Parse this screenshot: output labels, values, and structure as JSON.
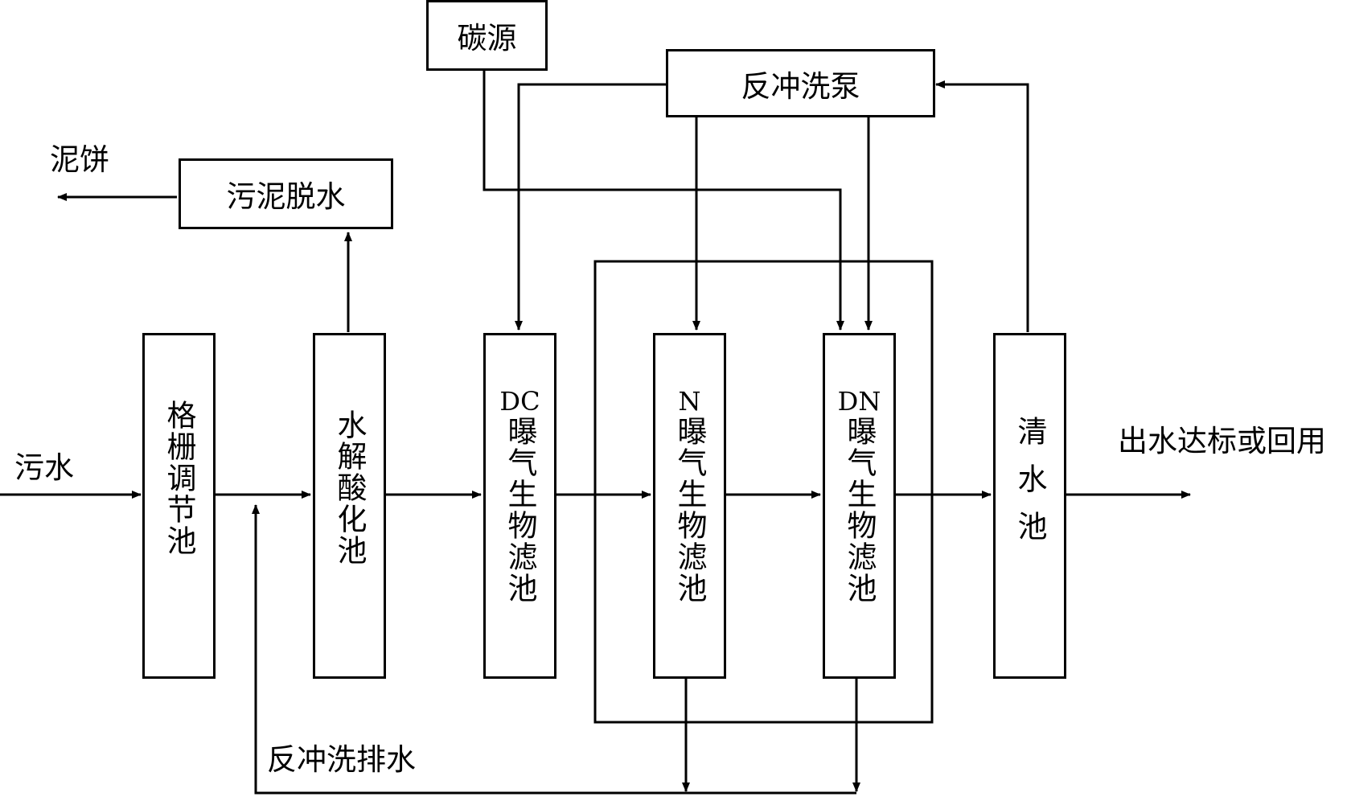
{
  "inputs": {
    "sewage": "污水"
  },
  "outputs": {
    "effluent": "出水达标或回用",
    "sludge_cake": "泥饼"
  },
  "boxes": {
    "carbon_source": "碳源",
    "backwash_pump": "反冲洗泵",
    "sludge_dewatering": "污泥脱水"
  },
  "tanks": {
    "grid": "格栅调节池",
    "hydrolysis": "水解酸化池",
    "dc_prefix": "DC",
    "dc": "曝气生物滤池",
    "n_prefix": "N",
    "n": "曝气生物滤池",
    "dn_prefix": "DN",
    "dn": "曝气生物滤池",
    "clear": "清水池"
  },
  "labels": {
    "backwash_drain": "反冲洗排水"
  }
}
